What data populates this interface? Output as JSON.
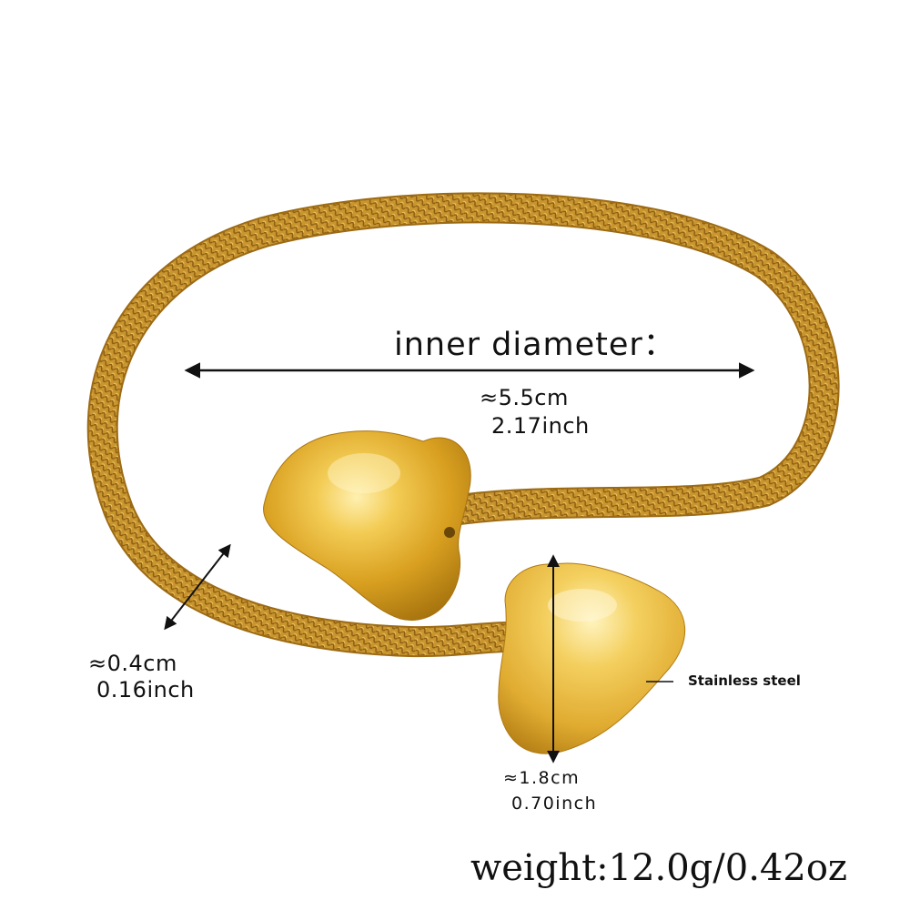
{
  "product": {
    "type": "open-cuff mesh bangle with heart ends",
    "colors": {
      "gold_dark": "#b07a12",
      "gold_mid": "#d9a52a",
      "gold_light": "#f5d36a",
      "mesh": "#c9952f",
      "background": "#ffffff",
      "annotation": "#111111"
    }
  },
  "annotations": {
    "inner_diameter": {
      "title": "inner diameter：",
      "cm": "≈5.5cm",
      "inch": "2.17inch"
    },
    "band_width": {
      "cm": "≈0.4cm",
      "inch": "0.16inch"
    },
    "heart_height": {
      "cm": "≈1.8cm",
      "inch": "0.70inch"
    },
    "material": {
      "label": "Stainless steel"
    },
    "weight": {
      "label": "weight:12.0g/0.42oz"
    }
  }
}
